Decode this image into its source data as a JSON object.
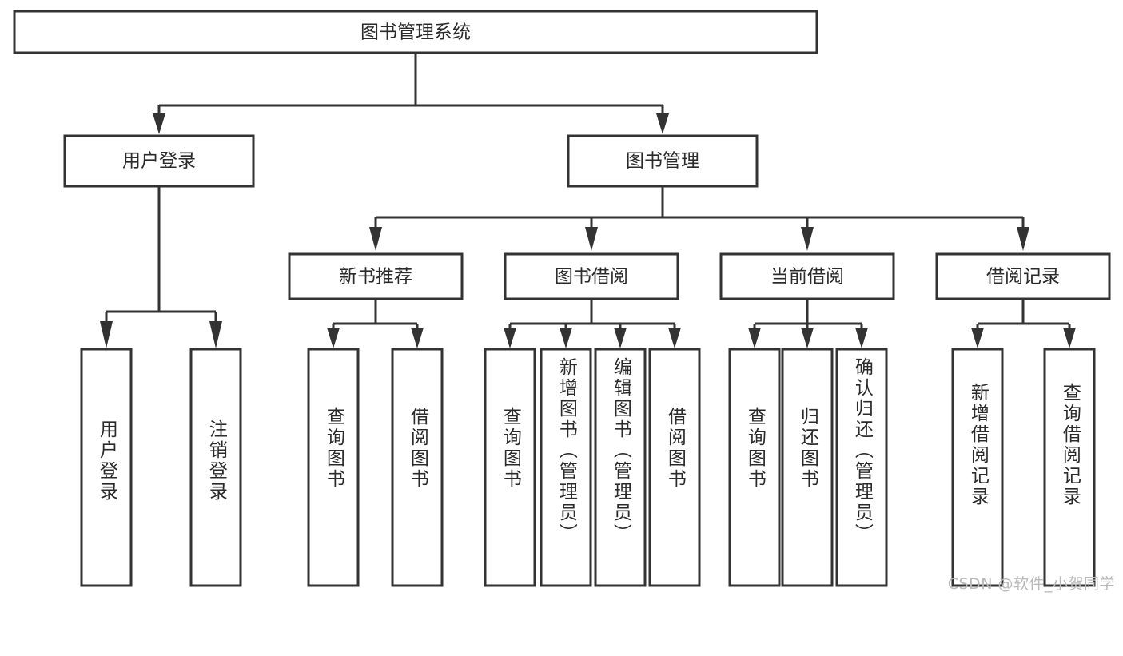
{
  "diagram": {
    "type": "tree-hierarchy-flowchart",
    "orientation": "top-down",
    "root": {
      "id": "root",
      "label": "图书管理系统"
    },
    "level2": [
      {
        "id": "user-login",
        "label": "用户登录"
      },
      {
        "id": "book-manage",
        "label": "图书管理"
      }
    ],
    "level3": [
      {
        "id": "new-book-recommend",
        "label": "新书推荐",
        "parent": "book-manage"
      },
      {
        "id": "book-borrow",
        "label": "图书借阅",
        "parent": "book-manage"
      },
      {
        "id": "current-borrow",
        "label": "当前借阅",
        "parent": "book-manage"
      },
      {
        "id": "borrow-record",
        "label": "借阅记录",
        "parent": "book-manage"
      }
    ],
    "leaves": [
      {
        "id": "leaf-user-login",
        "label": "用户登录",
        "parent": "user-login"
      },
      {
        "id": "leaf-logout-login",
        "label": "注销登录",
        "parent": "user-login"
      },
      {
        "id": "leaf-query-book-1",
        "label": "查询图书",
        "parent": "new-book-recommend"
      },
      {
        "id": "leaf-borrow-book-1",
        "label": "借阅图书",
        "parent": "new-book-recommend"
      },
      {
        "id": "leaf-query-book-2",
        "label": "查询图书",
        "parent": "book-borrow"
      },
      {
        "id": "leaf-add-book",
        "label": "新增图书（管理员）",
        "parent": "book-borrow"
      },
      {
        "id": "leaf-edit-book",
        "label": "编辑图书（管理员）",
        "parent": "book-borrow"
      },
      {
        "id": "leaf-borrow-book-2",
        "label": "借阅图书",
        "parent": "book-borrow"
      },
      {
        "id": "leaf-query-book-3",
        "label": "查询图书",
        "parent": "current-borrow"
      },
      {
        "id": "leaf-return-book",
        "label": "归还图书",
        "parent": "current-borrow"
      },
      {
        "id": "leaf-confirm-return",
        "label": "确认归还（管理员）",
        "parent": "current-borrow"
      },
      {
        "id": "leaf-add-record",
        "label": "新增借阅记录",
        "parent": "borrow-record"
      },
      {
        "id": "leaf-query-record",
        "label": "查询借阅记录",
        "parent": "borrow-record"
      }
    ],
    "watermark": "CSDN @软件_小贺同学",
    "colors": {
      "stroke": "#333333",
      "fill": "#ffffff",
      "text": "#2b2b2b",
      "watermark": "#b9b9b9"
    }
  }
}
